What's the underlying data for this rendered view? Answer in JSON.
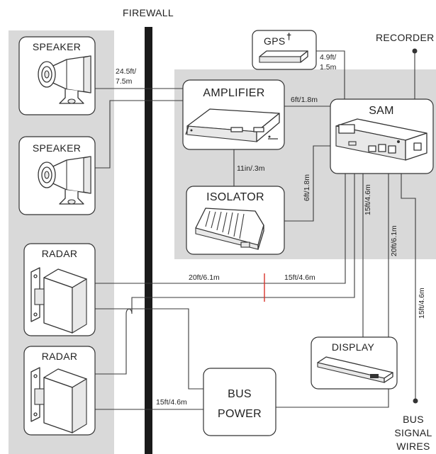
{
  "firewall": "FIREWALL",
  "devices": {
    "speaker1": "SPEAKER",
    "speaker2": "SPEAKER",
    "amplifier": "AMPLIFIER",
    "sam": "SAM",
    "gps": "GPS",
    "gps_mark": "†",
    "isolator": "ISOLATOR",
    "radar1": "RADAR",
    "radar2": "RADAR",
    "display": "DISPLAY",
    "bus_power_line1": "BUS",
    "bus_power_line2": "POWER",
    "recorder": "RECORDER",
    "bus_signal_line1": "BUS",
    "bus_signal_line2": "SIGNAL",
    "bus_signal_line3": "WIRES"
  },
  "cables": {
    "speaker_a": "24.5ft/",
    "speaker_b": "7.5m",
    "gps_a": "4.9ft/",
    "gps_b": "1.5m",
    "amp_sam": "6ft/1.8m",
    "amp_isolator": "11in/.3m",
    "isolator_sam": "6ft/1.8m",
    "radar_front": "20ft/6.1m",
    "radar_back": "15ft/4.6m",
    "sam_display": "15ft/4.6m",
    "sam_bus_power": "20ft/6.1m",
    "bus_signal": "15ft/4.6m",
    "bus_power": "15ft/4.6m"
  },
  "colors": {
    "panel": "#d9d9d9",
    "firewall": "#1a1a1a",
    "break_mark": "#d9342b",
    "line": "#3a3a3a"
  }
}
